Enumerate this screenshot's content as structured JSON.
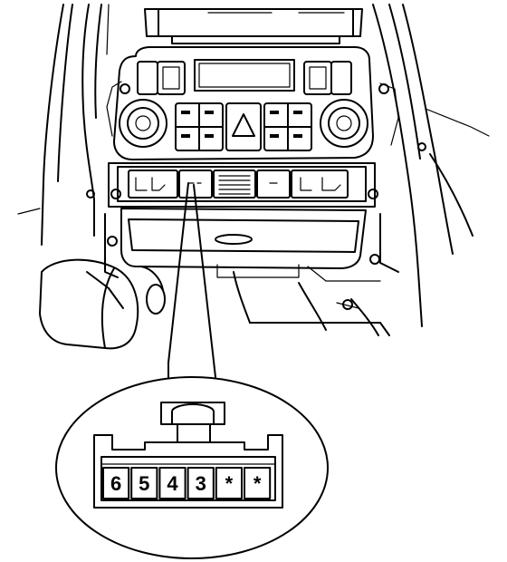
{
  "connector": {
    "pins": [
      {
        "label": "6"
      },
      {
        "label": "5"
      },
      {
        "label": "4"
      },
      {
        "label": "3"
      },
      {
        "label": "*"
      },
      {
        "label": "*"
      }
    ]
  }
}
